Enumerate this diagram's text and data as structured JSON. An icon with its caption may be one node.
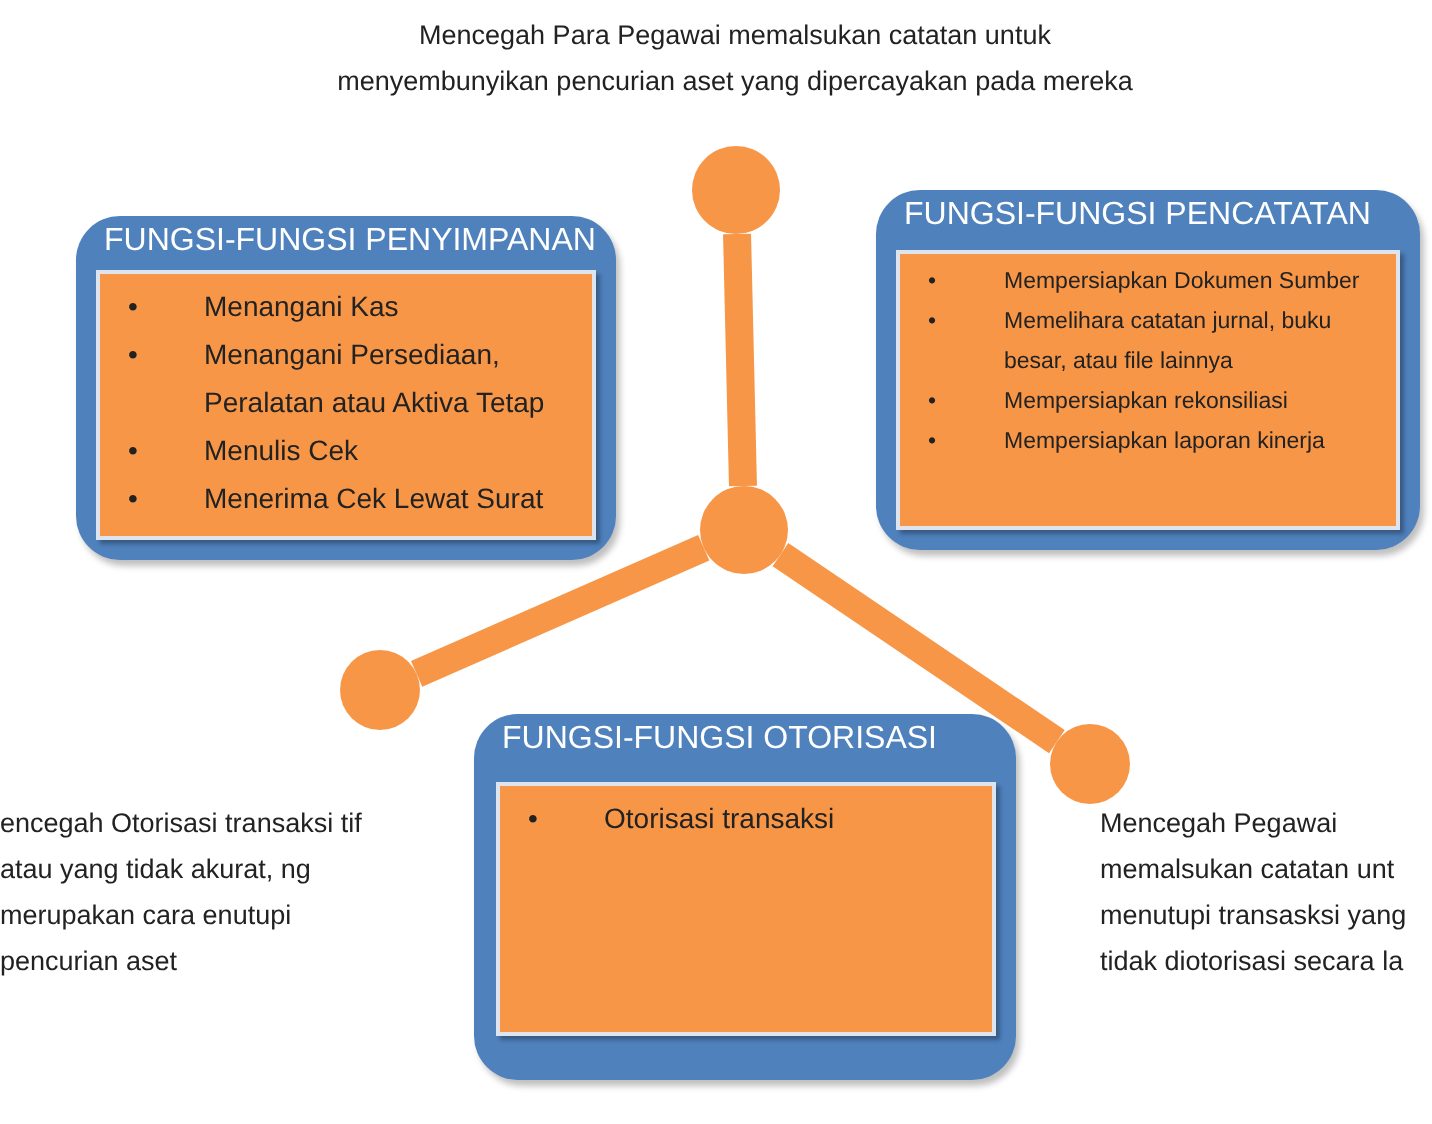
{
  "diagram": {
    "nodes": [
      {
        "text": [],
        "shape": "circle",
        "beside": [
          "Mencegah Para Pegawai memalsukan catatan untuk menyembunyikan pencurian aset yang dipercayakan pada mereka"
        ]
      },
      {
        "text": [
          "FUNGSI-FUNGSI PENYIMPANAN",
          "Menangani Kas",
          "Menangani Persediaan, Peralatan atau Aktiva Tetap",
          "Menulis Cek",
          "Menerima Cek Lewat Surat"
        ]
      },
      {
        "text": [
          "FUNGSI-FUNGSI PENCATATAN",
          "Mempersiapkan Dokumen Sumber",
          "Memelihara catatan jurnal, buku besar, atau file lainnya",
          "Mempersiapkan rekonsiliasi",
          "Mempersiapkan laporan kinerja"
        ]
      },
      {
        "text": [],
        "shape": "circle"
      },
      {
        "text": [],
        "shape": "circle",
        "beside": [
          "encegah Otorisasi transaksi tif atau yang tidak akurat, ng merupakan cara enutupi pencurian aset"
        ]
      },
      {
        "text": [
          "FUNGSI-FUNGSI OTORISASI",
          "Otorisasi transaksi"
        ]
      },
      {
        "text": [],
        "shape": "circle",
        "beside": [
          "Mencegah Pegawai memalsukan catatan unt menutupi transasksi yang tidak diotorisasi secara la"
        ]
      }
    ],
    "edges": [
      {
        "from": 3,
        "to": 0,
        "arrow": "none"
      },
      {
        "from": 3,
        "to": 4,
        "arrow": "none"
      },
      {
        "from": 3,
        "to": 6,
        "arrow": "none"
      }
    ],
    "labels": [
      "•",
      "•",
      "•",
      "•",
      "•",
      "•",
      "•",
      "•",
      "•"
    ]
  }
}
